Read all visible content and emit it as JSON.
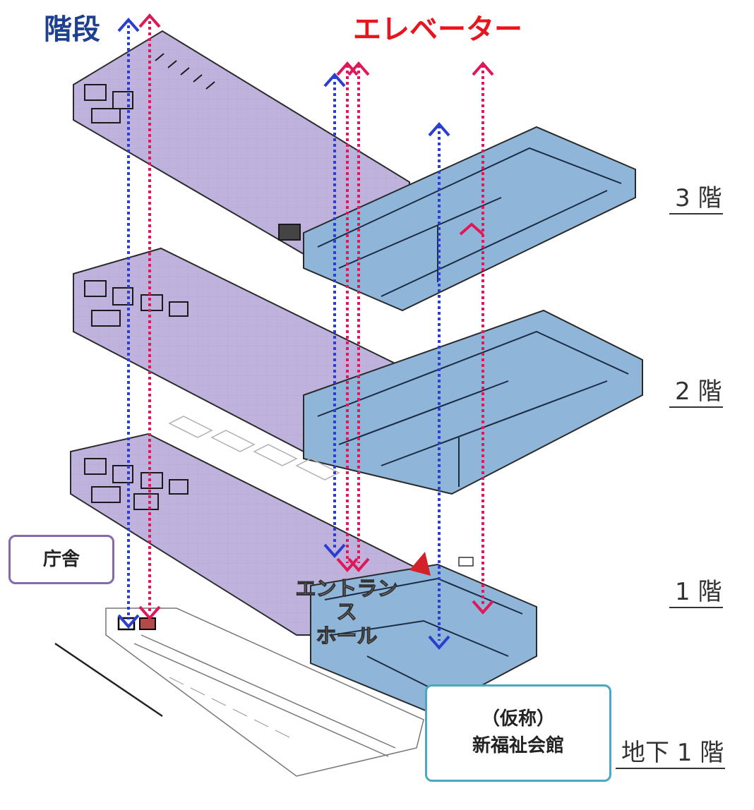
{
  "legend": {
    "stairs": "階段",
    "elevator": "エレベーター",
    "stairs_color": "#2a3fd0",
    "elevator_color": "#e0185a"
  },
  "floors": {
    "f3": "3 階",
    "f2": "2 階",
    "f1": "1 階",
    "b1": "地下 1 階"
  },
  "buildings": {
    "chosha": "庁舎",
    "kaikan_line1": "（仮称）",
    "kaikan_line2": "新福祉会館",
    "chosha_color": "#b4a6d8",
    "kaikan_color": "#8fb6d9"
  },
  "entrance": {
    "line1": "エントランス",
    "line2": "ホール"
  },
  "colors": {
    "chosha_border": "#8569a8",
    "kaikan_border": "#4aa8c0",
    "marker": "#d3202a"
  }
}
